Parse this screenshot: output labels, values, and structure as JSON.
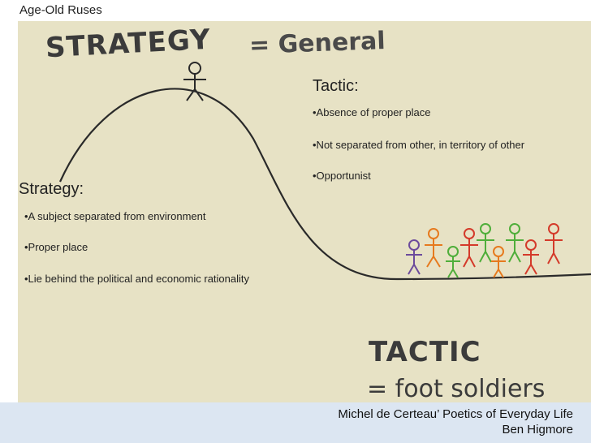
{
  "header": {
    "title": "Age-Old Ruses"
  },
  "illustration": {
    "strategy_word": "STRATEGY",
    "general_word": "= General",
    "tactic_word": "TACTIC",
    "foot_soldiers_word": "= foot soldiers",
    "colors": {
      "background": "#e7e2c5",
      "curve": "#2a2a2a",
      "figure_orange": "#e67a1e",
      "figure_green": "#4fae3a",
      "figure_red": "#d43a2a",
      "figure_purple": "#6c4b9c"
    }
  },
  "tactic": {
    "heading": "Tactic:",
    "bullets": [
      "•Absence of proper place",
      "•Not separated from other, in territory of other",
      "•Opportunist"
    ]
  },
  "strategy": {
    "heading": "Strategy:",
    "bullets": [
      "•A subject separated from environment",
      "•Proper place",
      "•Lie behind the political and economic rationality"
    ]
  },
  "footer": {
    "line1": "Michel de Certeau’ Poetics of Everyday Life",
    "line2": "Ben Higmore"
  }
}
